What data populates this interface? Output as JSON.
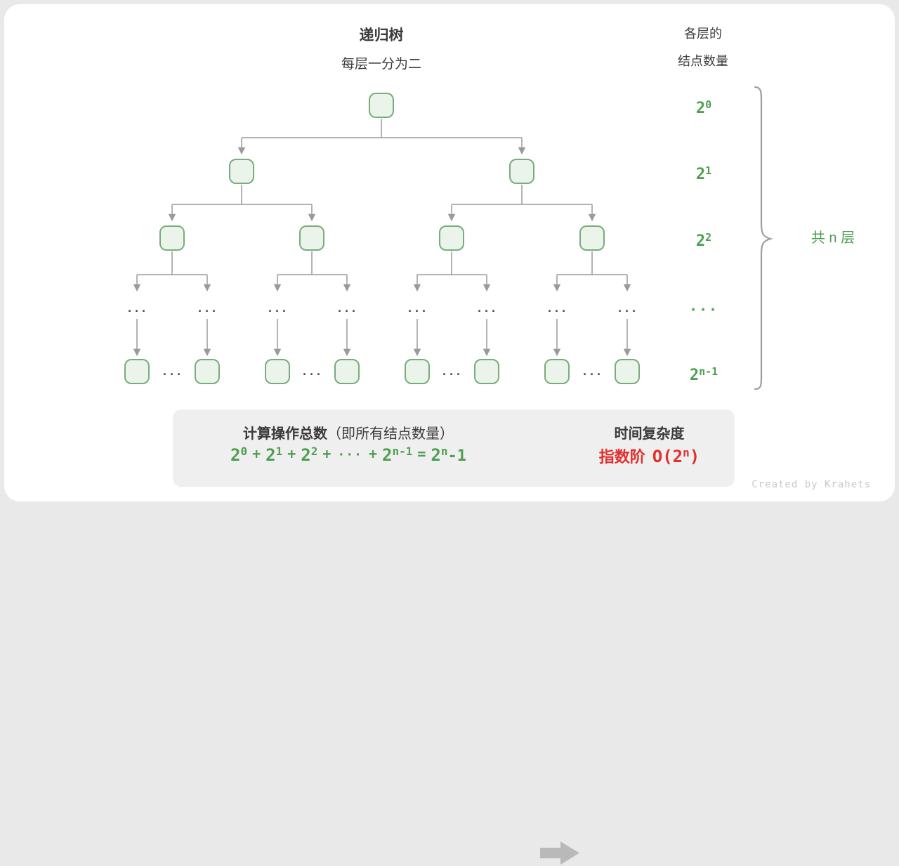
{
  "header": {
    "title": "递归树",
    "subtitle": "每层一分为二",
    "right_line1": "各层的",
    "right_line2": "结点数量"
  },
  "tree": {
    "ellipsis": "...",
    "levels": [
      {
        "base": "2",
        "exp": "0"
      },
      {
        "base": "2",
        "exp": "1"
      },
      {
        "base": "2",
        "exp": "2"
      },
      {
        "dots": "···"
      },
      {
        "base": "2",
        "exp": "n-1"
      }
    ],
    "brace_label": "共 n 层"
  },
  "summary": {
    "left_title": "计算操作总数",
    "left_note": "（即所有结点数量）",
    "formula": {
      "terms": [
        {
          "base": "2",
          "exp": "0"
        },
        {
          "base": "2",
          "exp": "1"
        },
        {
          "base": "2",
          "exp": "2"
        },
        {
          "base": "2",
          "exp": "n-1"
        }
      ],
      "plus": "+",
      "dots": "···",
      "equals": "=",
      "result": {
        "base": "2",
        "exp": "n",
        "suffix": "-1"
      }
    },
    "right_title": "时间复杂度",
    "complexity": {
      "prefix": "指数阶",
      "open": "O(2",
      "exp": "n",
      "close": ")"
    }
  },
  "credit": "Created by Krahets",
  "colors": {
    "node_fill": "#EAF4EA",
    "node_border": "#79AC7C",
    "green_text": "#4E9F52",
    "red_text": "#E0312E",
    "connector_gray": "#9A9A9A",
    "box_bg": "#EFEFEF"
  }
}
